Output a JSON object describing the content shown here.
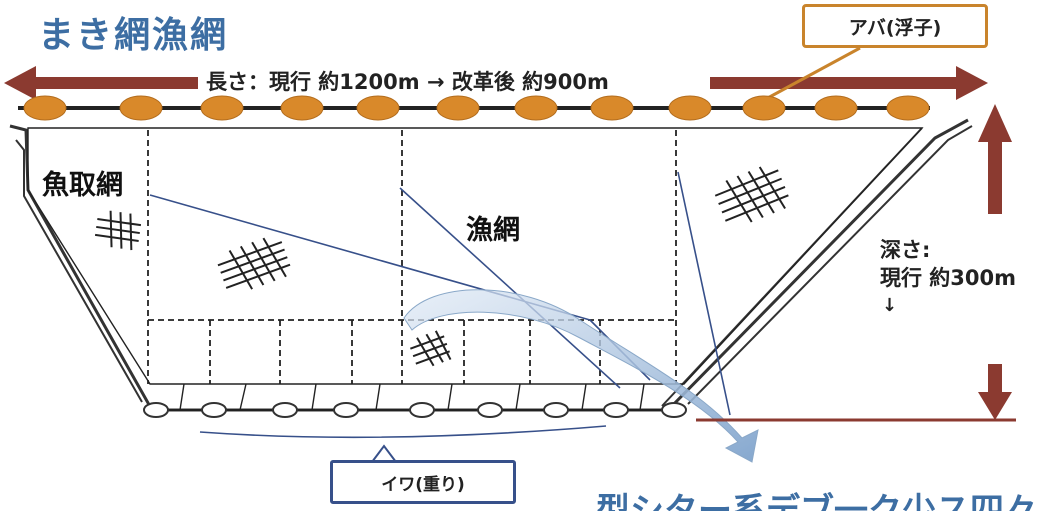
{
  "title": "まき網漁網",
  "float_callout": "アバ(浮子)",
  "length_label": "長さ：現行 約1200m → 改革後 約900m",
  "depth_label": {
    "line1": "深さ:",
    "line2": "現行 約300m",
    "arrow": "↓"
  },
  "sections": {
    "bag_net": "魚取網",
    "main_net": "漁網"
  },
  "weight_callout": "イワ(重り)",
  "bottom_text_partial": "型シター系デブ一ク少ス四々",
  "colors": {
    "title_blue": "#3d6ea3",
    "float_orange": "#d9892a",
    "brown_arrow": "#8b3a30",
    "callout_blue_border": "#37508a",
    "callout_orange_border": "#c9842c"
  }
}
